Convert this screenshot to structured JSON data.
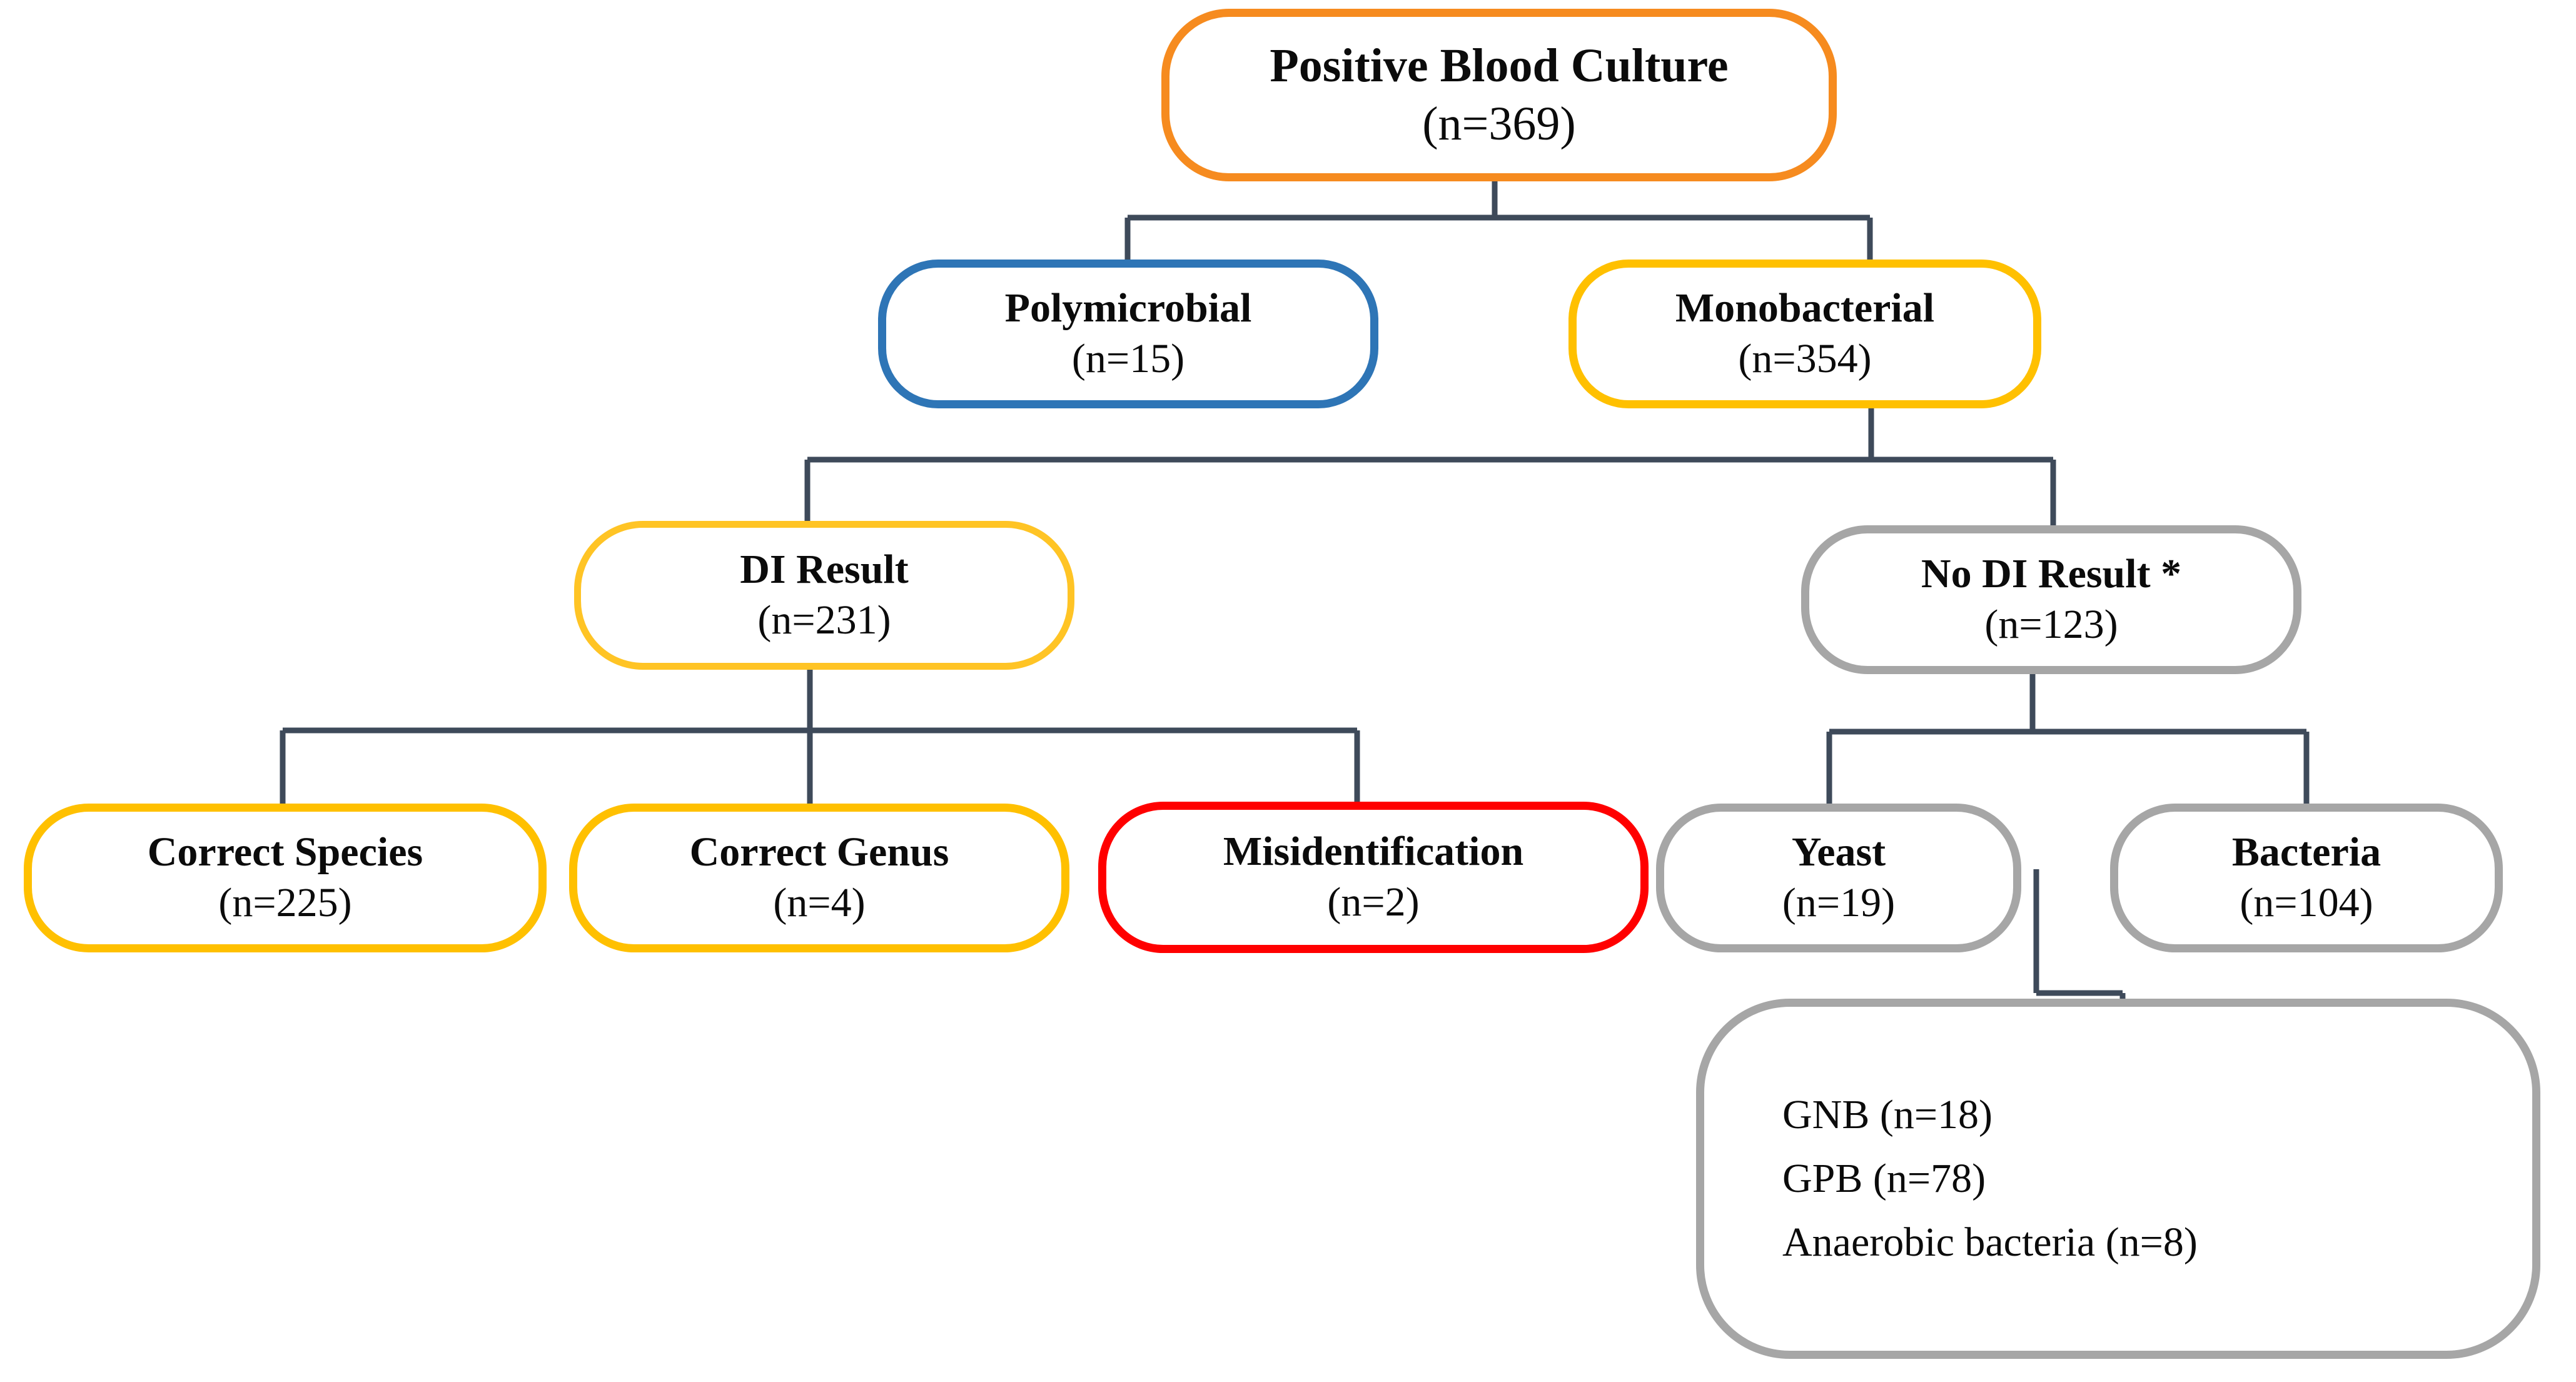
{
  "figure": {
    "type": "flowchart",
    "title": "Positive blood culture direct identification flow",
    "background": "#ffffff",
    "connector_color": "#3E4A5A"
  },
  "palette": {
    "orange": "#F68B1F",
    "blue": "#2E75B6",
    "amber": "#FFC000",
    "gold": "#FFC425",
    "red": "#FF0000",
    "gray": "#A6A6A6",
    "text": "#0b0b0b"
  },
  "nodes": {
    "positive_blood_culture": {
      "label": "Positive Blood Culture",
      "count": "(n=369)",
      "color": "orange"
    },
    "polymicrobial": {
      "label": "Polymicrobial",
      "count": "(n=15)",
      "color": "blue"
    },
    "monobacterial": {
      "label": "Monobacterial",
      "count": "(n=354)",
      "color": "amber"
    },
    "di_result": {
      "label": "DI Result",
      "count": "(n=231)",
      "color": "gold"
    },
    "no_di_result": {
      "label": "No DI Result *",
      "count": "(n=123)",
      "color": "gray"
    },
    "correct_species": {
      "label": "Correct Species",
      "count": "(n=225)",
      "color": "amber"
    },
    "correct_genus": {
      "label": "Correct Genus",
      "count": "(n=4)",
      "color": "amber"
    },
    "misidentification": {
      "label": "Misidentification",
      "count": "(n=2)",
      "color": "red"
    },
    "yeast": {
      "label": "Yeast",
      "count": "(n=19)",
      "color": "gray"
    },
    "bacteria": {
      "label": "Bacteria",
      "count": "(n=104)",
      "color": "gray"
    },
    "bacteria_breakdown": {
      "color": "gray",
      "lines": [
        "GNB (n=18)",
        "GPB (n=78)",
        "Anaerobic bacteria (n=8)"
      ]
    }
  },
  "chart_data": {
    "type": "diagram",
    "title": "Positive Blood Culture identification flow",
    "root": "Positive Blood Culture (n=369)",
    "levels": [
      [
        "Positive Blood Culture (n=369)"
      ],
      [
        "Polymicrobial (n=15)",
        "Monobacterial (n=354)"
      ],
      [
        "DI Result (n=231)",
        "No DI Result * (n=123)"
      ],
      [
        "Correct Species (n=225)",
        "Correct Genus (n=4)",
        "Misidentification (n=2)",
        "Yeast (n=19)",
        "Bacteria (n=104)"
      ],
      [
        "GNB (n=18)",
        "GPB (n=78)",
        "Anaerobic bacteria (n=8)"
      ]
    ],
    "values": {
      "Positive Blood Culture": 369,
      "Polymicrobial": 15,
      "Monobacterial": 354,
      "DI Result": 231,
      "No DI Result": 123,
      "Correct Species": 225,
      "Correct Genus": 4,
      "Misidentification": 2,
      "Yeast": 19,
      "Bacteria": 104,
      "GNB": 18,
      "GPB": 78,
      "Anaerobic bacteria": 8
    },
    "edges": [
      [
        "Positive Blood Culture",
        "Polymicrobial"
      ],
      [
        "Positive Blood Culture",
        "Monobacterial"
      ],
      [
        "Monobacterial",
        "DI Result"
      ],
      [
        "Monobacterial",
        "No DI Result"
      ],
      [
        "DI Result",
        "Correct Species"
      ],
      [
        "DI Result",
        "Correct Genus"
      ],
      [
        "DI Result",
        "Misidentification"
      ],
      [
        "No DI Result",
        "Yeast"
      ],
      [
        "No DI Result",
        "Bacteria"
      ],
      [
        "Bacteria",
        "Bacteria breakdown"
      ]
    ],
    "footnote_marker": "*"
  }
}
